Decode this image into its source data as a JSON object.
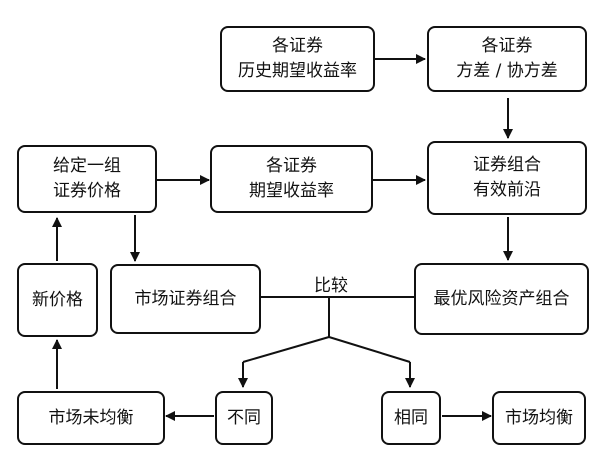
{
  "nodes": {
    "hist_return": {
      "line1": "各证券",
      "line2": "历史期望收益率"
    },
    "variance": {
      "line1": "各证券",
      "line2": "方差 / 协方差"
    },
    "given_prices": {
      "line1": "给定一组",
      "line2": "证券价格"
    },
    "expected_return": {
      "line1": "各证券",
      "line2": "期望收益率"
    },
    "frontier": {
      "line1": "证券组合",
      "line2": "有效前沿"
    },
    "new_price": {
      "label": "新价格"
    },
    "market_portfolio": {
      "label": "市场证券组合"
    },
    "optimal_portfolio": {
      "label": "最优风险资产组合"
    },
    "compare": {
      "label": "比较"
    },
    "disequilibrium": {
      "label": "市场未均衡"
    },
    "different": {
      "label": "不同"
    },
    "same": {
      "label": "相同"
    },
    "equilibrium": {
      "label": "市场均衡"
    }
  }
}
